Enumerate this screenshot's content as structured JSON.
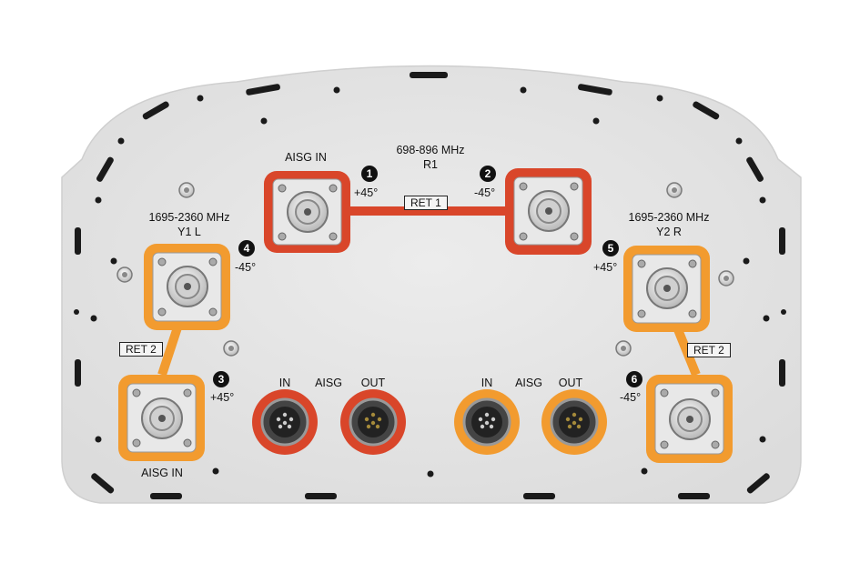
{
  "colors": {
    "panel": "#e4e4e4",
    "band_r1_red": "#d9462a",
    "band_y_orange": "#f29b2f"
  },
  "labels": {
    "freq_r1": "698-896 MHz",
    "name_r1": "R1",
    "freq_y1": "1695-2360 MHz",
    "name_y1": "Y1   L",
    "freq_y2": "1695-2360 MHz",
    "name_y2": "Y2   R",
    "aisg_in_top": "AISG  IN",
    "aisg_in_bottom": "AISG  IN",
    "ret1": "RET 1",
    "ret2_left": "RET 2",
    "ret2_right": "RET 2",
    "in_left": "IN",
    "aisg_left": "AISG",
    "out_left": "OUT",
    "in_right": "IN",
    "aisg_right": "AISG",
    "out_right": "OUT"
  },
  "ports": [
    {
      "num": "1",
      "pol": "+45°"
    },
    {
      "num": "2",
      "pol": "-45°"
    },
    {
      "num": "3",
      "pol": "+45°"
    },
    {
      "num": "4",
      "pol": "-45°"
    },
    {
      "num": "5",
      "pol": "+45°"
    },
    {
      "num": "6",
      "pol": "-45°"
    }
  ]
}
